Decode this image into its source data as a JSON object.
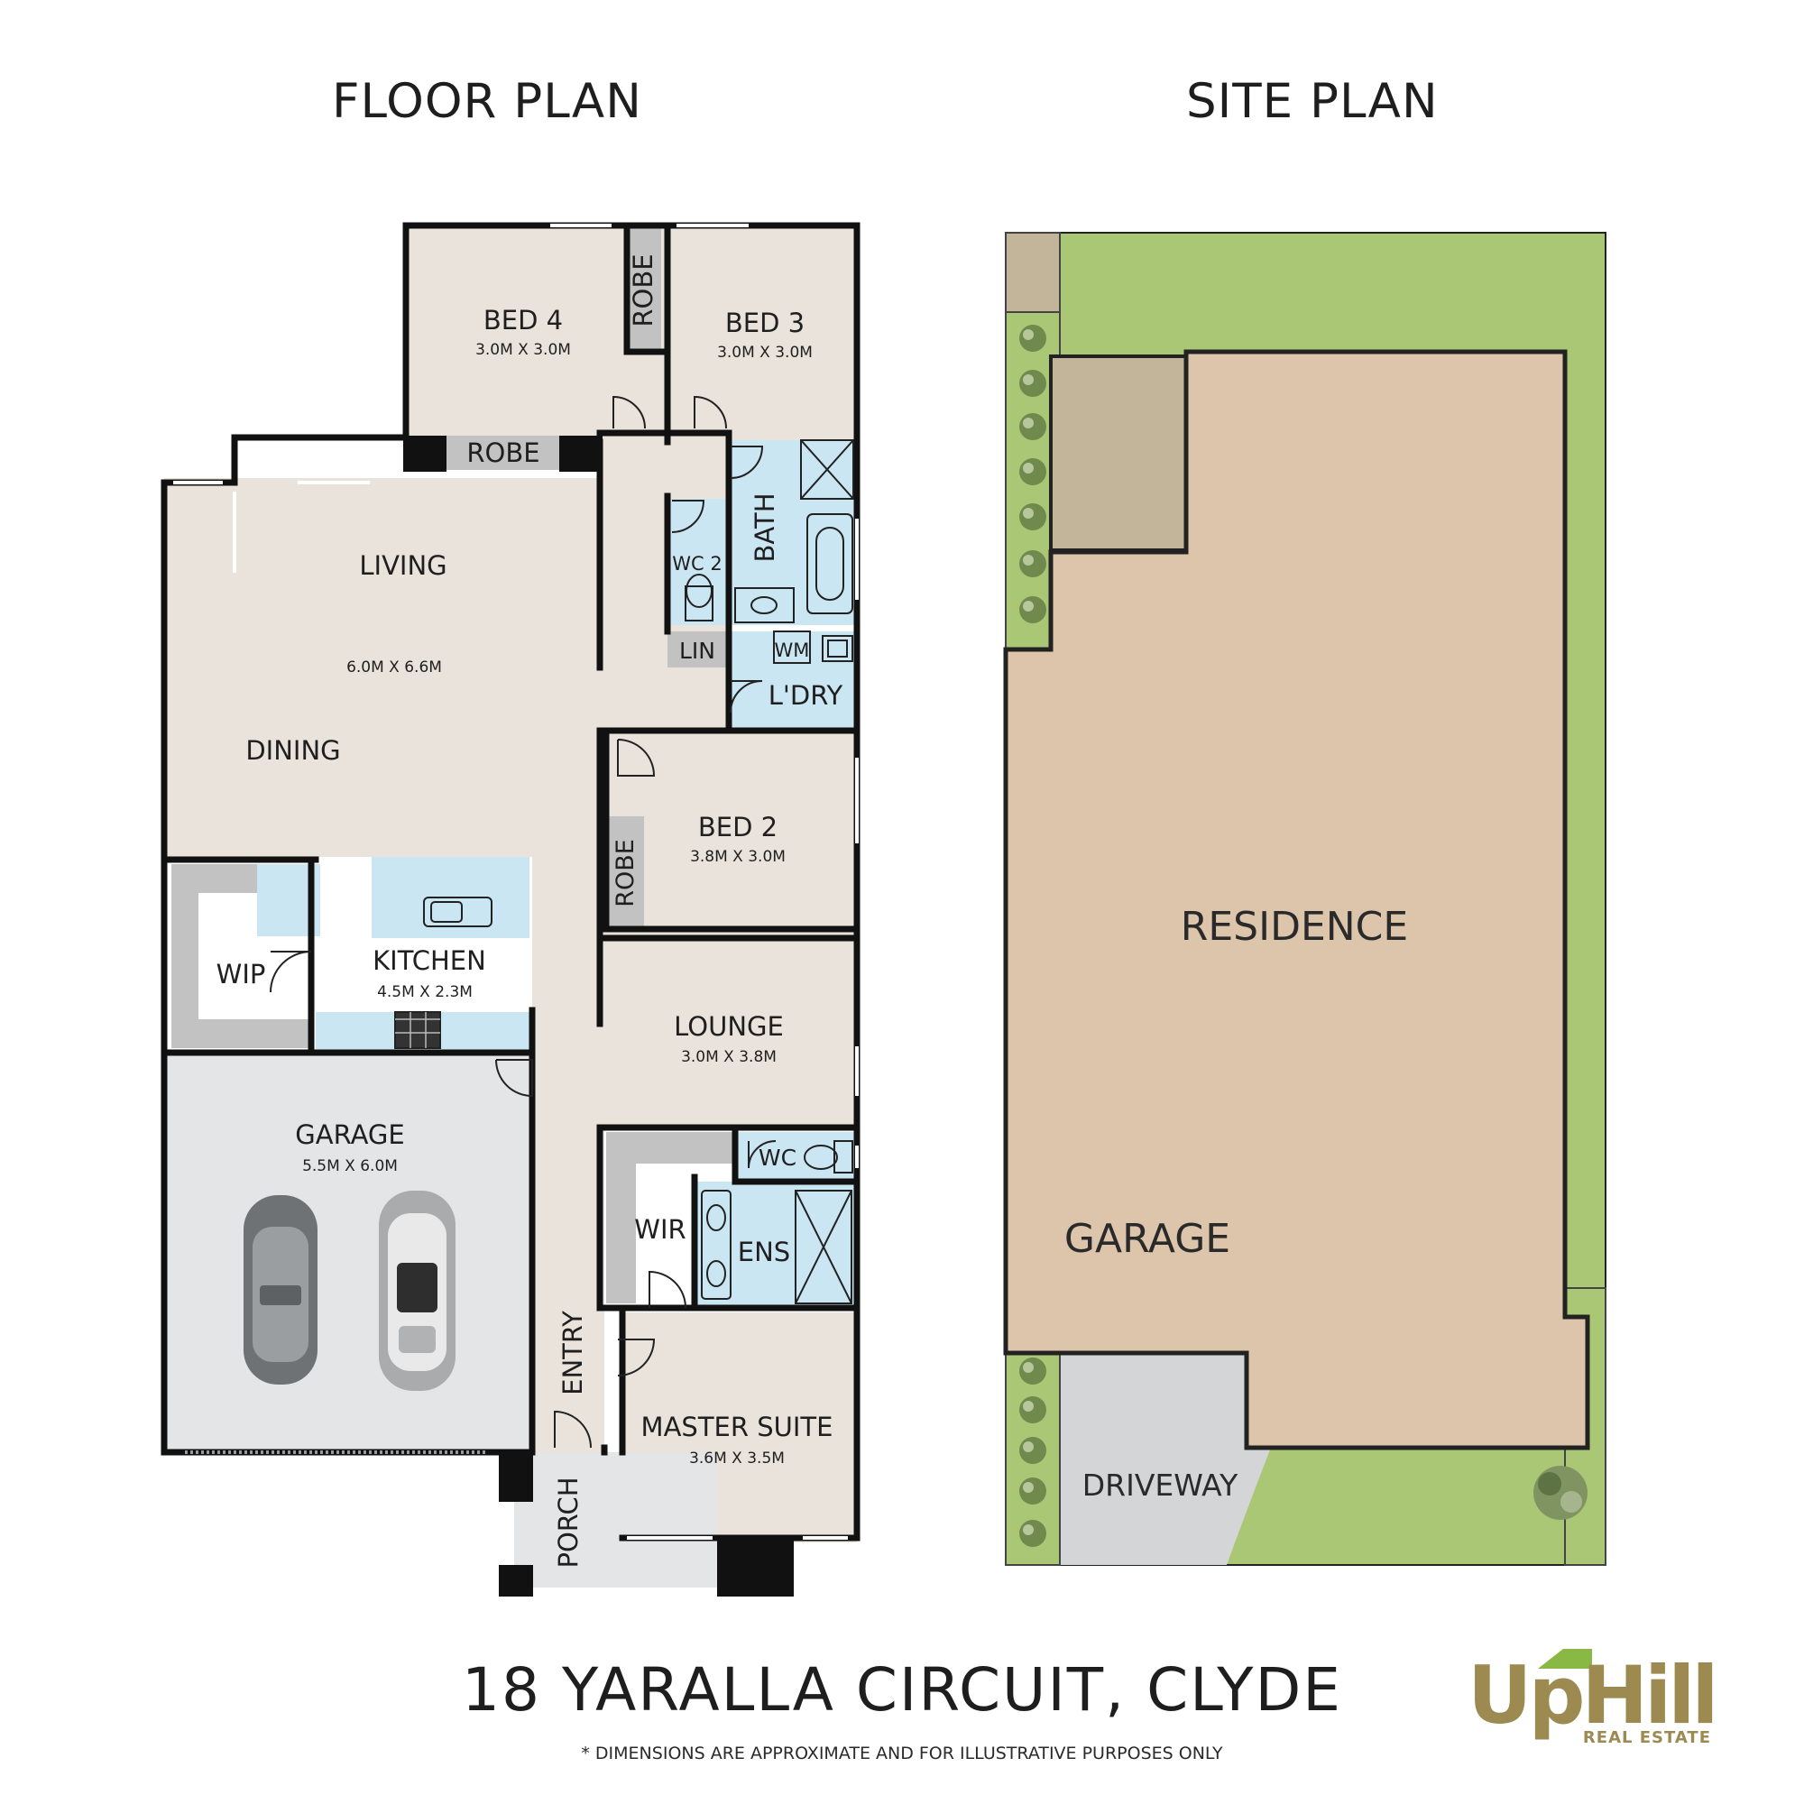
{
  "floor_plan": {
    "title": "FLOOR PLAN",
    "rooms": {
      "bed4": {
        "name": "BED 4",
        "dim": "3.0M X 3.0M"
      },
      "bed3": {
        "name": "BED 3",
        "dim": "3.0M X 3.0M"
      },
      "robe_top": {
        "name": "ROBE"
      },
      "robe_bed4": {
        "name": "ROBE"
      },
      "living": {
        "name": "LIVING",
        "dim": "6.0M X 6.6M"
      },
      "dining": {
        "name": "DINING"
      },
      "bath": {
        "name": "BATH"
      },
      "wc2": {
        "name": "WC 2"
      },
      "lin": {
        "name": "LIN"
      },
      "wm": {
        "name": "WM"
      },
      "laundry": {
        "name": "L'DRY"
      },
      "bed2": {
        "name": "BED 2",
        "dim": "3.8M X 3.0M"
      },
      "robe_bed2": {
        "name": "ROBE"
      },
      "wip": {
        "name": "WIP"
      },
      "kitchen": {
        "name": "KITCHEN",
        "dim": "4.5M X 2.3M"
      },
      "lounge": {
        "name": "LOUNGE",
        "dim": "3.0M X 3.8M"
      },
      "garage": {
        "name": "GARAGE",
        "dim": "5.5M X 6.0M"
      },
      "wc": {
        "name": "WC"
      },
      "wir": {
        "name": "WIR"
      },
      "ens": {
        "name": "ENS"
      },
      "entry": {
        "name": "ENTRY"
      },
      "master": {
        "name": "MASTER SUITE",
        "dim": "3.6M X 3.5M"
      },
      "porch": {
        "name": "PORCH"
      }
    }
  },
  "site_plan": {
    "title": "SITE PLAN",
    "labels": {
      "residence": "RESIDENCE",
      "garage": "GARAGE",
      "driveway": "DRIVEWAY"
    }
  },
  "footer": {
    "address": "18 YARALLA CIRCUIT, CLYDE",
    "disclaimer": "* DIMENSIONS ARE APPROXIMATE AND FOR ILLUSTRATIVE PURPOSES ONLY"
  },
  "logo": {
    "brand": "UpHill",
    "tagline": "REAL ESTATE"
  },
  "colors": {
    "floor": "#e9e3db",
    "wet": "#cbe6f3",
    "robe": "#c2c2c2",
    "garage_floor": "#e4e5e7",
    "site_lawn": "#a9c774",
    "site_residence": "#dcc5aa",
    "site_garage_pad": "#c3b59a",
    "site_driveway": "#d4d5d7",
    "logo_gold": "#9c8a50",
    "logo_green": "#8ab844"
  }
}
